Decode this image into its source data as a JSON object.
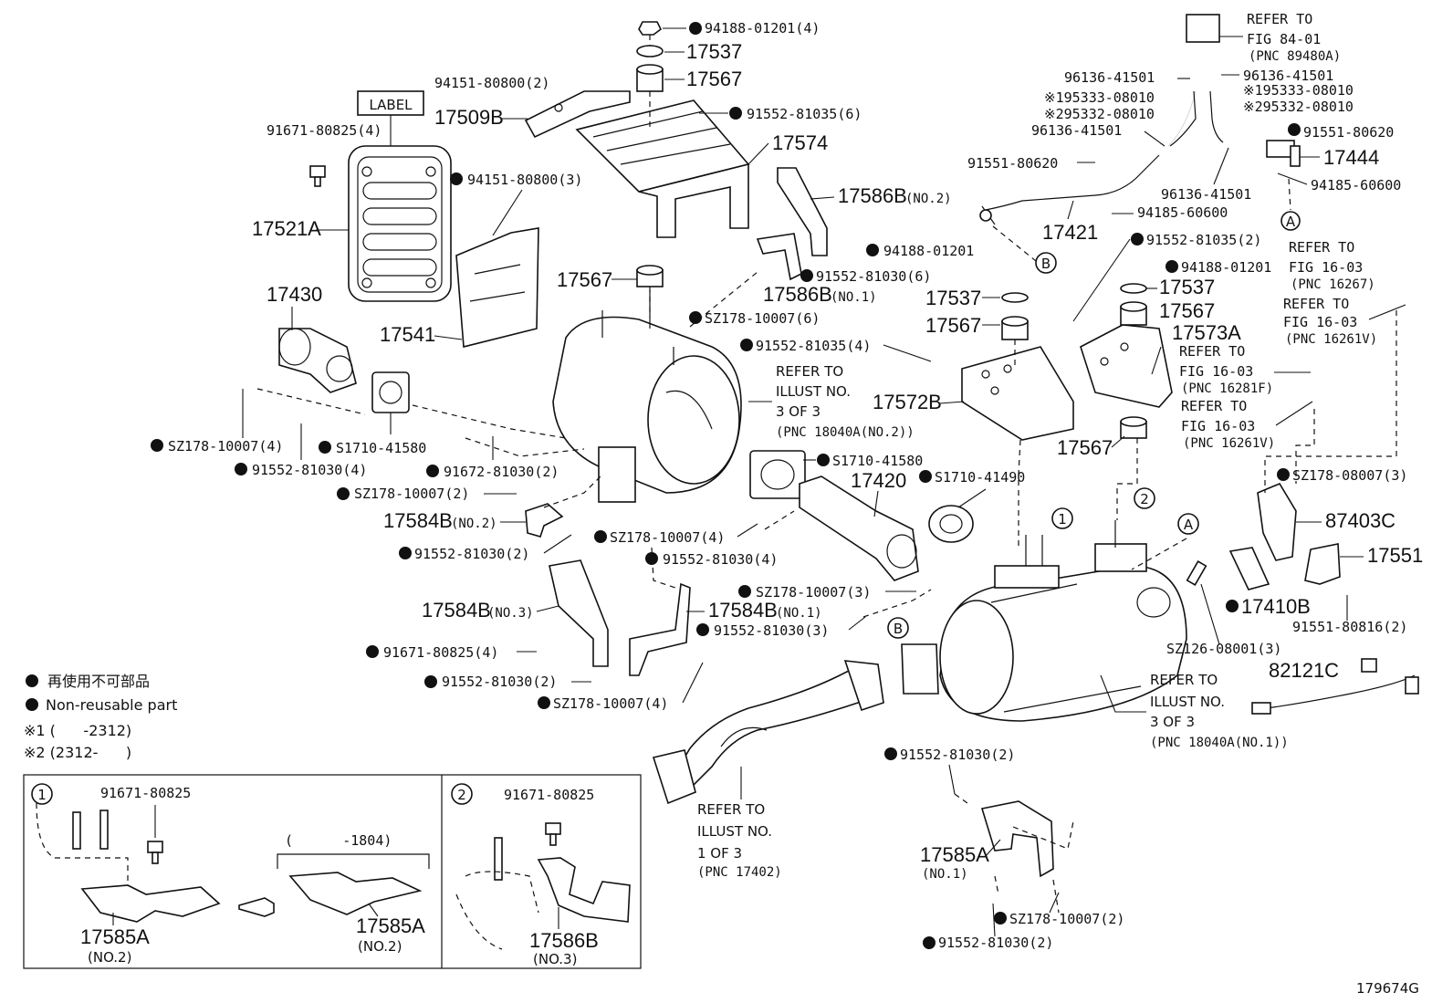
{
  "labels": {
    "l01": "94188-01201(4)",
    "l02": "17537",
    "l03": "17567",
    "l04": "94151-80800(2)",
    "l05": "17509B",
    "l06": "91552-81035(6)",
    "l07": "17574",
    "l08": "LABEL",
    "l09": "91671-80825(4)",
    "l10": "94151-80800(3)",
    "l11": "17521A",
    "l12": "17586B",
    "l12n": "(NO.2)",
    "l13": "94188-01201",
    "l14": "91552-81030(6)",
    "l15": "17567",
    "l16": "17586B",
    "l16n": "(NO.1)",
    "l17": "17430",
    "l18": "17541",
    "l19": "SZ178-10007(6)",
    "l20": "91552-81035(4)",
    "l21": "SZ178-10007(4)",
    "l22": "S1710-41580",
    "l23": "91552-81030(4)",
    "l24": "91672-81030(2)",
    "l25": "SZ178-10007(2)",
    "l26": "17584B",
    "l26n": "(NO.2)",
    "l27": "91552-81030(2)",
    "l28": "SZ178-10007(4)",
    "l29": "S1710-41580",
    "l30": "17420",
    "l31": "S1710-41490",
    "l32": "91552-81030(4)",
    "l33": "17584B",
    "l33n": "(NO.3)",
    "l34": "17584B",
    "l34n": "(NO.1)",
    "l35": "SZ178-10007(3)",
    "l36": "91552-81030(3)",
    "l37": "91671-80825(4)",
    "l38": "91552-81030(2)",
    "l39": "SZ178-10007(4)",
    "l40": "17537",
    "l41": "17567",
    "l42": "17572B",
    "l43": "94188-01201",
    "l44": "17537",
    "l45": "17567",
    "l46": "17573A",
    "l47": "17567",
    "l48": "91552-81035(2)",
    "l49": "96136-41501",
    "l50": "96136-41501",
    "l51": "※195333-08010",
    "l52": "※295332-08010",
    "l53": "※195333-08010",
    "l54": "※295332-08010",
    "l55": "96136-41501",
    "l56": "91551-80620",
    "l57": "91551-80620",
    "l58": "17444",
    "l59": "96136-41501",
    "l60": "94185-60600",
    "l61": "94185-60600",
    "l62": "17421",
    "l63": "SZ178-08007(3)",
    "l64": "87403C",
    "l65": "17551",
    "l66": "17410B",
    "l67": "SZ126-08001(3)",
    "l68": "91551-80816(2)",
    "l69": "82121C",
    "l70": "91552-81030(2)",
    "l71": "17585A",
    "l71n": "(NO.1)",
    "l72": "SZ178-10007(2)",
    "l73": "91552-81030(2)"
  },
  "refs": {
    "r1": [
      "REFER TO",
      "FIG 84-01",
      "(PNC 89480A)"
    ],
    "r2": [
      "REFER TO",
      "FIG 16-03",
      "(PNC 16267)"
    ],
    "r3": [
      "REFER TO",
      "FIG 16-03",
      "(PNC 16261V)"
    ],
    "r4": [
      "REFER TO",
      "FIG 16-03",
      "(PNC 16281F)"
    ],
    "r5": [
      "REFER TO",
      "FIG 16-03",
      "(PNC 16261V)"
    ],
    "r6": [
      "REFER TO",
      "ILLUST NO.",
      "3 OF 3",
      "(PNC 18040A(NO.2))"
    ],
    "r7": [
      "REFER TO",
      "ILLUST NO.",
      "3 OF 3",
      "(PNC 18040A(NO.1))"
    ],
    "r8": [
      "REFER TO",
      "ILLUST NO.",
      "1 OF 3",
      "(PNC 17402)"
    ]
  },
  "markers": {
    "a": "A",
    "b": "B",
    "one": "1",
    "two": "2"
  },
  "legend": {
    "jp": "再使用不可部品",
    "en": "Non-reusable part",
    "note1": "※1 (      -2312)",
    "note2": "※2 (2312-      )"
  },
  "inset1": {
    "bolt": "91671-80825",
    "range": "(      -1804)",
    "left_part": "17585A",
    "left_note": "(NO.2)",
    "right_part": "17585A",
    "right_note": "(NO.2)"
  },
  "inset2": {
    "bolt": "91671-80825",
    "part": "17586B",
    "note": "(NO.3)"
  },
  "figure_id": "179674G"
}
